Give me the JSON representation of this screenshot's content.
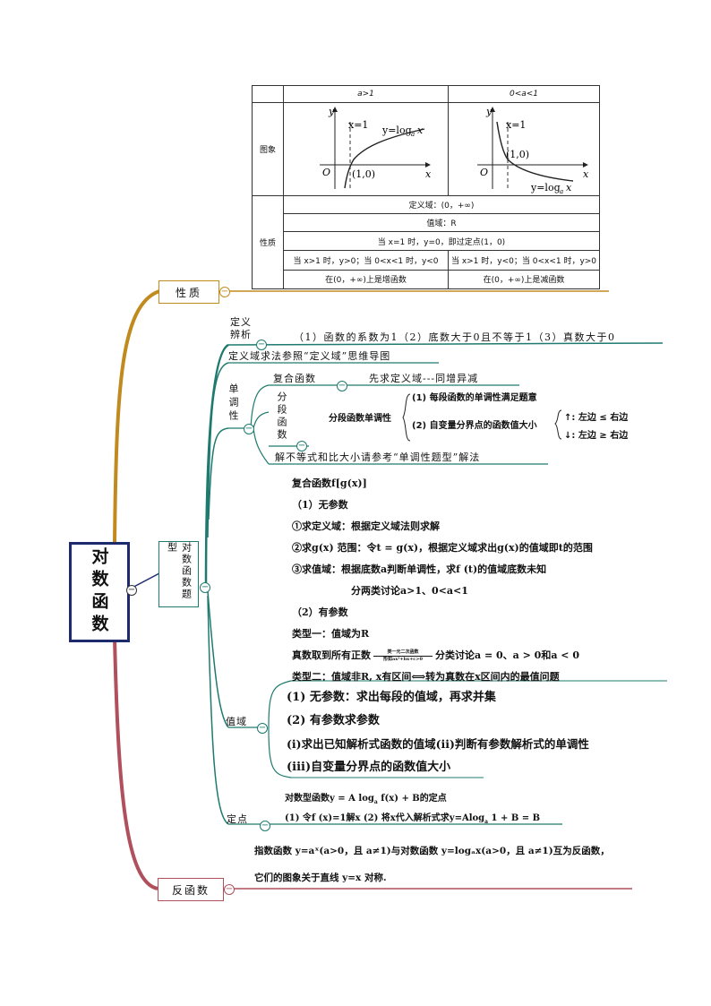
{
  "table": {
    "col_a_gt_1": "a>1",
    "col_a_lt_1": "0<a<1",
    "row_graph": "图象",
    "row_props": "性质",
    "graph_left": {
      "y": "y",
      "x": "x",
      "O": "O",
      "asymptote": "x=1",
      "curve": "y=log",
      "sub": "a",
      "curve_x": "x",
      "point": "(1,0)"
    },
    "graph_right": {
      "y": "y",
      "x": "x",
      "O": "O",
      "asymptote": "x=1",
      "curve": "y=log",
      "sub": "a",
      "curve_x": "x",
      "point": "(1,0)"
    },
    "domain": "定义域：(0，+∞)",
    "range": "值域：R",
    "fixed_point": "当 x=1 时，y=0，即过定点(1，0)",
    "sign_left": "当 x>1 时，y>0；当 0<x<1 时，y<0",
    "sign_right": "当 x>1 时，y<0；当 0<x<1 时，y>0",
    "mono_left": "在(0，+∞)上是增函数",
    "mono_right": "在(0，+∞)上是减函数"
  },
  "root": {
    "label": "对数函数"
  },
  "branch_props": {
    "label": "性质"
  },
  "branch_types": {
    "label": "对数函数题型"
  },
  "branch_inverse": {
    "label": "反函数"
  },
  "types": {
    "def_label": "定义辨析",
    "def_text": "（1）函数的系数为1（2）底数大于0且不等于1（3）真数大于0",
    "domain_text": "定义域求法参照“定义域”思维导图",
    "mono_label": "单调性",
    "composite_label": "复合函数",
    "composite_text": "先求定义域---同增异减",
    "piecewise_label": "分段函数",
    "piecewise_mono": "分段函数单调性",
    "pw_cond1": "(1) 每段函数的单调性满足题意",
    "pw_cond2": "(2) 自变量分界点的函数值大小",
    "pw_up": "↑: 左边 ≤ 右边",
    "pw_down": "↓: 左边 ≥ 右边",
    "ineq_text": "解不等式和比大小请参考“单调性题型”解法",
    "range_label": "值域",
    "comp_lines": [
      "复合函数f[g(x)]",
      "（1）无参数",
      "①求定义域：根据定义域法则求解",
      "②求g(x) 范围：令t = g(x)，根据定义域求出g(x)的值域即t的范围",
      "③求值域：根据底数a判断单调性，求f (t)的值域底数未知",
      "分两类讨论a>1、0<a<1",
      "（2）有参数",
      "类型一：值域为R"
    ],
    "type1_pre": "真数取到所有正数",
    "type1_arrow_top": "类一元二次函数",
    "type1_arrow_bottom": "形如ax²+bx+c>0",
    "type1_post": "分类讨论a = 0、a > 0和a < 0",
    "type2": "类型二：值域非R, x有区间⟺转为真数在x区间内的最值问题",
    "pw_lines": [
      "(1) 无参数：求出每段的值域，再求并集",
      "(2) 有参数求参数",
      "(i)求出已知解析式函数的值域(ii)判断有参数解析式的单调性",
      "(iii)自变量分界点的函数值大小"
    ],
    "fixed_label": "定点",
    "fixed_title": "对数型函数y = A log",
    "fixed_title_sub": "a",
    "fixed_title_rest": " f(x) + B的定点",
    "fixed_step": "(1) 令f (x)=1解x (2) 将x代入解析式求y=Alog",
    "fixed_step_sub": "a",
    "fixed_step_rest": " 1 + B = B"
  },
  "inverse": {
    "line1": "指数函数 y=aˣ(a>0，且 a≠1)与对数函数 y=logₐx(a>0，且 a≠1)互为反函数，",
    "line2": "它们的图象关于直线 y=x 对称."
  },
  "colors": {
    "gold": "#c08a1e",
    "teal": "#1e7a6e",
    "red": "#b0505c",
    "navy": "#1e2a6e"
  }
}
